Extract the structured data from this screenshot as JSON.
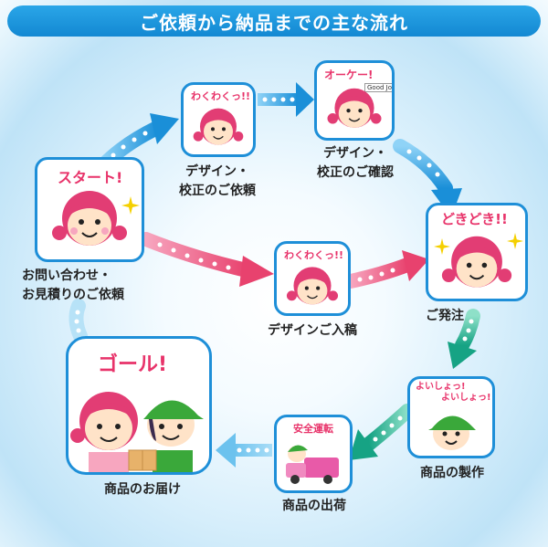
{
  "header": {
    "title": "ご依頼から納品までの主な流れ"
  },
  "colors": {
    "header_blue": "#1a96dc",
    "card_border": "#1e8fd8",
    "arrow_blue": "#1e8fd8",
    "arrow_pink": "#e8426e",
    "arrow_teal": "#1aa68a",
    "bubble_red": "#e8336a",
    "hair_pink": "#e23d74",
    "cap_green": "#3aa83a"
  },
  "steps": [
    {
      "id": "start",
      "bubble": "スタート!",
      "label_lines": [
        "お問い合わせ・",
        "お見積りのご依頼"
      ]
    },
    {
      "id": "design-request",
      "bubble": "わくわくっ!!",
      "label_lines": [
        "デザイン・",
        "校正のご依頼"
      ]
    },
    {
      "id": "design-ok",
      "bubble": "オーケー!",
      "label_lines": [
        "デザイン・",
        "校正のご確認"
      ],
      "note": "Good Job"
    },
    {
      "id": "order",
      "bubble": "どきどき!!",
      "label_lines": [
        "ご発注"
      ]
    },
    {
      "id": "manuscript",
      "bubble": "わくわくっ!!",
      "label_lines": [
        "デザインご入稿"
      ]
    },
    {
      "id": "production",
      "bubble_lines": [
        "よいしょっ!",
        "よいしょっ!"
      ],
      "label_lines": [
        "商品の製作"
      ]
    },
    {
      "id": "shipping",
      "bubble": "安全運転",
      "label_lines": [
        "商品の出荷"
      ]
    },
    {
      "id": "delivery",
      "bubble": "ゴール!",
      "label_lines": [
        "商品のお届け"
      ]
    }
  ],
  "icons": [
    "pink-hair-girl-icon",
    "green-cap-boy-icon",
    "delivery-truck-icon",
    "sparkle-icon",
    "package-box-icon"
  ]
}
